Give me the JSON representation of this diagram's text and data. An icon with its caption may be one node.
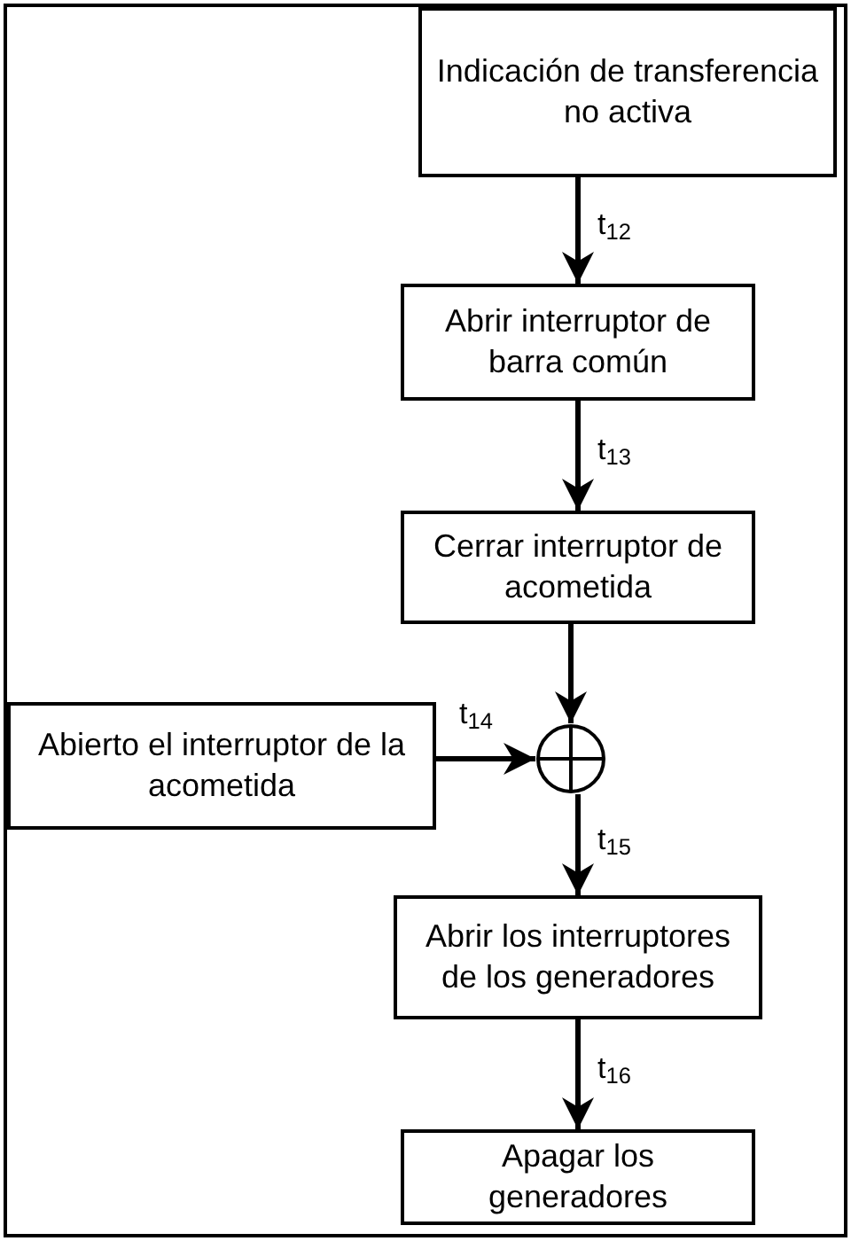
{
  "diagram": {
    "nodes": [
      {
        "text": [
          "Indicación de transferencia no activa"
        ]
      },
      {
        "text": [
          "Abrir interruptor de barra común"
        ]
      },
      {
        "text": [
          "Cerrar interruptor de acometida"
        ]
      },
      {
        "text": [
          "Abierto el interruptor de la acometida"
        ]
      },
      {
        "text": [],
        "shape": "circle"
      },
      {
        "text": [
          "Abrir los interruptores de los generadores"
        ]
      },
      {
        "text": [
          "Apagar los generadores"
        ]
      }
    ],
    "edges": [
      {
        "from": 0,
        "to": 1,
        "arrow": "to",
        "label": "t$_{12}$"
      },
      {
        "from": 1,
        "to": 2,
        "arrow": "to",
        "label": "t$_{13}$"
      },
      {
        "from": 2,
        "to": 4,
        "arrow": "to"
      },
      {
        "from": 3,
        "to": 4,
        "arrow": "to",
        "label": "t$_{14}$"
      },
      {
        "from": 4,
        "to": 5,
        "arrow": "to",
        "label": "t$_{15}$"
      },
      {
        "from": 5,
        "to": 6,
        "arrow": "to",
        "label": "t$_{16}$"
      }
    ]
  }
}
